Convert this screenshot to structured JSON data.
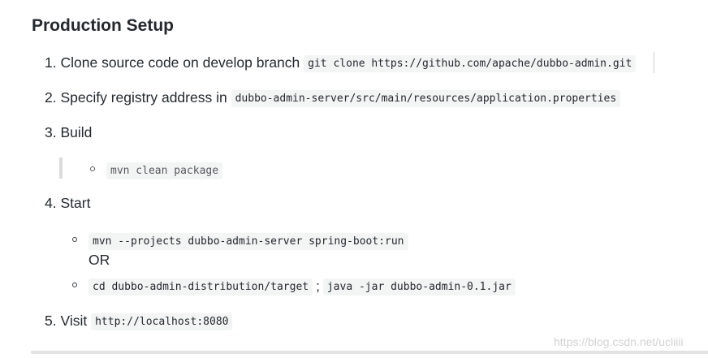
{
  "title": "Production Setup",
  "steps": [
    {
      "num": "1.",
      "text": "Clone source code on develop branch",
      "code": "git clone https://github.com/apache/dubbo-admin.git"
    },
    {
      "num": "2.",
      "text": "Specify registry address in",
      "code": "dubbo-admin-server/src/main/resources/application.properties"
    },
    {
      "num": "3.",
      "text": "Build",
      "sub": {
        "code": "mvn clean package"
      }
    },
    {
      "num": "4.",
      "text": "Start",
      "sub1": {
        "code": "mvn --projects dubbo-admin-server spring-boot:run"
      },
      "or": "OR",
      "sub2": {
        "code_a": "cd dubbo-admin-distribution/target",
        "sep": ";",
        "code_b": "java -jar dubbo-admin-0.1.jar"
      }
    },
    {
      "num": "5.",
      "text": "Visit",
      "code": "http://localhost:8080"
    }
  ],
  "watermark": "https://blog.csdn.net/ucliiii"
}
